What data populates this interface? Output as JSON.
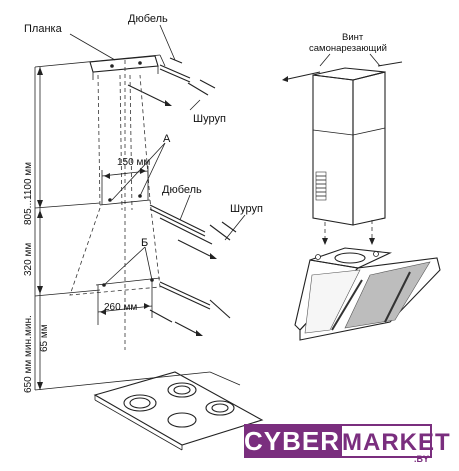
{
  "labels": {
    "planka": "Планка",
    "dyubel_top": "Дюбель",
    "shurup_top": "Шуруп",
    "point_a": "А",
    "dyubel_mid": "Дюбель",
    "shurup_mid": "Шуруп",
    "point_b": "Б",
    "vint_line1": "Винт",
    "vint_line2": "самонарезающий"
  },
  "dimensions": {
    "height_range": "805...1100 мм",
    "d320": "320 мм",
    "d65": "65 мм",
    "d_min": "мин.",
    "d650": "650 мм мин.",
    "w150": "150 мм",
    "w260": "260 мм"
  },
  "logo": {
    "cyber": "CYBER",
    "market": "MARKET",
    "domain": ".BY",
    "colors": {
      "brand": "#7a2e7e"
    }
  }
}
